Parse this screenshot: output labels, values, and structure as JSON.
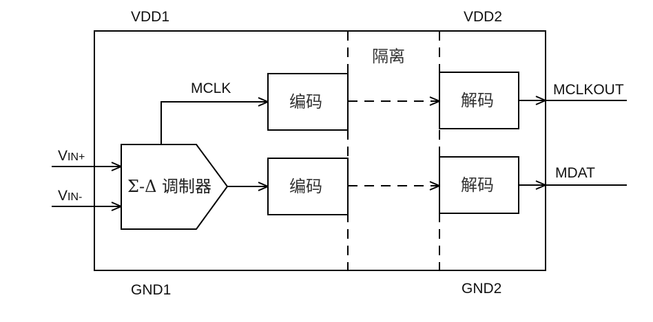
{
  "diagram": {
    "type": "sigma-delta isolated modulator block diagram",
    "supply_labels": {
      "vdd1": "VDD1",
      "vdd2": "VDD2",
      "gnd1": "GND1",
      "gnd2": "GND2"
    },
    "isolation_label": "隔离",
    "inputs": {
      "vin_plus": {
        "main": "V",
        "sub": "IN+"
      },
      "vin_minus": {
        "main": "V",
        "sub": "IN-"
      }
    },
    "modulator": {
      "label": "Σ-Δ 调制器"
    },
    "signals": {
      "mclk": "MCLK",
      "mclkout": "MCLKOUT",
      "mdat": "MDAT"
    },
    "encoders": [
      {
        "label": "编码"
      },
      {
        "label": "编码"
      }
    ],
    "decoders": [
      {
        "label": "解码"
      },
      {
        "label": "解码"
      }
    ],
    "colors": {
      "line": "#000000",
      "text": "#111111",
      "background": "#ffffff"
    }
  }
}
